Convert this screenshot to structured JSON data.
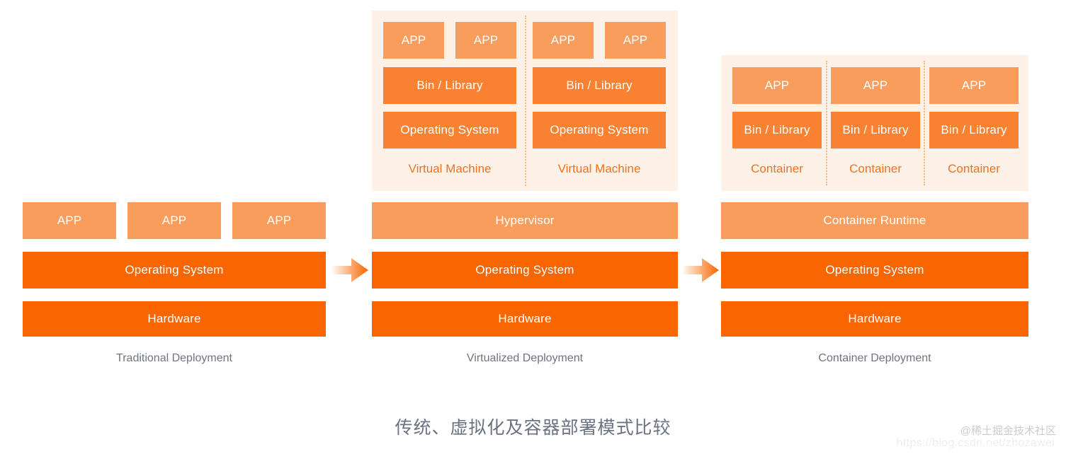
{
  "diagram": {
    "title": "传统、虚拟化及容器部署模式比较",
    "colors": {
      "light_orange": "#f99d5c",
      "mid_orange": "#f98132",
      "dark_orange": "#f96500",
      "panel_bg": "#fdf1e8",
      "divider": "#f7b97e",
      "caption_text": "#f2711c",
      "column_caption_text": "#6f7481",
      "title_text": "#6b7280"
    },
    "columns": [
      {
        "id": "traditional",
        "caption": "Traditional Deployment",
        "apps": [
          {
            "label": "APP"
          },
          {
            "label": "APP"
          },
          {
            "label": "APP"
          }
        ],
        "stack": [
          {
            "label": "Operating System",
            "tone": "dark"
          },
          {
            "label": "Hardware",
            "tone": "dark"
          }
        ]
      },
      {
        "id": "virtualized",
        "caption": "Virtualized Deployment",
        "panel_units": [
          {
            "unit_label": "Virtual Machine",
            "apps": [
              {
                "label": "APP"
              },
              {
                "label": "APP"
              }
            ],
            "layers": [
              {
                "label": "Bin / Library",
                "tone": "mid"
              },
              {
                "label": "Operating System",
                "tone": "mid"
              }
            ]
          },
          {
            "unit_label": "Virtual Machine",
            "apps": [
              {
                "label": "APP"
              },
              {
                "label": "APP"
              }
            ],
            "layers": [
              {
                "label": "Bin / Library",
                "tone": "mid"
              },
              {
                "label": "Operating System",
                "tone": "mid"
              }
            ]
          }
        ],
        "stack": [
          {
            "label": "Hypervisor",
            "tone": "light"
          },
          {
            "label": "Operating System",
            "tone": "dark"
          },
          {
            "label": "Hardware",
            "tone": "dark"
          }
        ]
      },
      {
        "id": "container",
        "caption": "Container Deployment",
        "panel_units": [
          {
            "unit_label": "Container",
            "apps": [
              {
                "label": "APP"
              }
            ],
            "layers": [
              {
                "label": "Bin / Library",
                "tone": "mid"
              }
            ]
          },
          {
            "unit_label": "Container",
            "apps": [
              {
                "label": "APP"
              }
            ],
            "layers": [
              {
                "label": "Bin / Library",
                "tone": "mid"
              }
            ]
          },
          {
            "unit_label": "Container",
            "apps": [
              {
                "label": "APP"
              }
            ],
            "layers": [
              {
                "label": "Bin / Library",
                "tone": "mid"
              }
            ]
          }
        ],
        "stack": [
          {
            "label": "Container Runtime",
            "tone": "light"
          },
          {
            "label": "Operating System",
            "tone": "dark"
          },
          {
            "label": "Hardware",
            "tone": "dark"
          }
        ]
      }
    ],
    "arrows": [
      {
        "id": "arrow-traditional-to-virtualized",
        "direction": "right"
      },
      {
        "id": "arrow-virtualized-to-container",
        "direction": "right"
      }
    ]
  },
  "watermarks": {
    "brand": "@稀土掘金技术社区",
    "url": "https://blog.csdn.net/zhozawei"
  }
}
